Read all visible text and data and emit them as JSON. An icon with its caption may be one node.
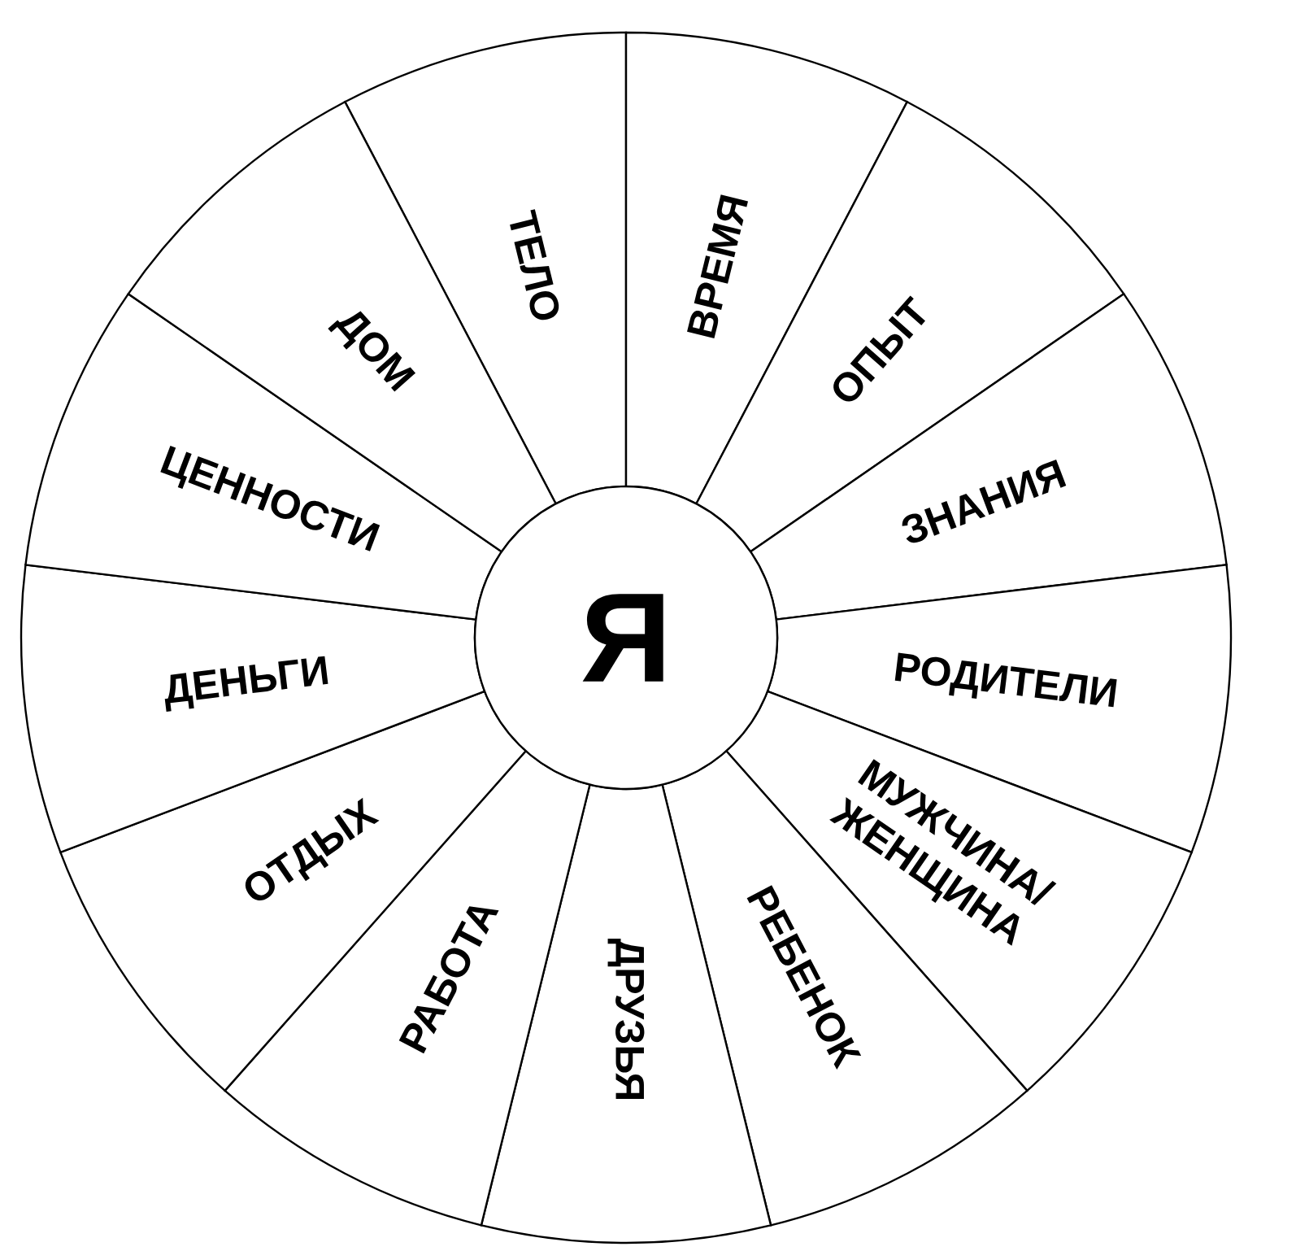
{
  "diagram": {
    "nodes": [
      {
        "text": [
          "Я"
        ]
      },
      {
        "text": [
          "ТЕЛО"
        ]
      },
      {
        "text": [
          "ВРЕМЯ"
        ]
      },
      {
        "text": [
          "ОПЫТ"
        ]
      },
      {
        "text": [
          "ЗНАНИЯ"
        ]
      },
      {
        "text": [
          "РОДИТЕЛИ"
        ]
      },
      {
        "text": [
          "МУЖЧИНА/ ЖЕНЩИНА"
        ]
      },
      {
        "text": [
          "РЕБЕНОК"
        ]
      },
      {
        "text": [
          "ДРУЗЬЯ"
        ]
      },
      {
        "text": [
          "РАБОТА"
        ]
      },
      {
        "text": [
          "ОТДЫХ"
        ]
      },
      {
        "text": [
          "ДЕНЬГИ"
        ]
      },
      {
        "text": [
          "ЦЕННОСТИ"
        ]
      },
      {
        "text": [
          "ДОМ"
        ]
      }
    ]
  }
}
